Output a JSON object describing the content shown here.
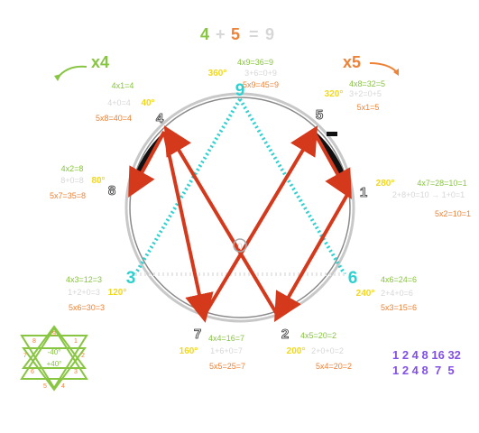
{
  "title": {
    "a": "4",
    "plus": "+",
    "b": "5",
    "eq": "=",
    "result": "9"
  },
  "x4": {
    "label": "x4",
    "color": "#88c540"
  },
  "x5": {
    "label": "x5",
    "color": "#ee8236"
  },
  "nodes": {
    "n9": "9",
    "n3": "3",
    "n6": "6",
    "n4": "4",
    "n5": "5",
    "n8": "8",
    "n1": "1",
    "n7": "7",
    "n2": "2",
    "center": "0"
  },
  "annotations": {
    "top": {
      "a": "4x9=36=9",
      "deg": "360°",
      "b": "3+6=0+9",
      "c": "5x9=45=9"
    },
    "a4": {
      "a": "4x1=4",
      "b": "4+0=4",
      "deg": "40°",
      "c": "5x8=40=4"
    },
    "a5": {
      "a": "4x8=32=5",
      "deg": "320°",
      "b": "3+2=0+5",
      "c": "5x1=5"
    },
    "a8": {
      "a": "4x2=8",
      "b": "8+0=8",
      "deg": "80°",
      "c": "5x7=35=8"
    },
    "a1": {
      "deg": "280°",
      "a": "4x7=28=10=1",
      "b": "2+8+0=10 → 1+0=1",
      "c": "5x2=10=1"
    },
    "a3": {
      "a": "4x3=12=3",
      "b": "1+2+0=3",
      "deg": "120°",
      "c": "5x6=30=3"
    },
    "a6": {
      "a": "4x6=24=6",
      "deg": "240°",
      "b": "2+4+0=6",
      "c": "5x3=15=6"
    },
    "a7": {
      "a": "4x4=16=7",
      "deg": "160°",
      "b": "1+6+0=7",
      "c": "5x5=25=7"
    },
    "a2": {
      "a": "4x5=20=2",
      "deg": "200°",
      "b": "2+0+0=2",
      "c": "5x4=20=2"
    }
  },
  "star": {
    "n9": "9",
    "n8": "8",
    "n1": "1",
    "n7": "7",
    "n2": "2",
    "n6": "6",
    "n3": "3",
    "n5": "5",
    "n4": "4",
    "minus": "-40°",
    "plus": "+40°"
  },
  "sequence": {
    "row1": "1 2 4 8 16 32",
    "row2": "1 2 4 8  7  5"
  },
  "colors": {
    "green": "#88c540",
    "orange": "#ee8236",
    "yellow": "#f2d81c",
    "cyan": "#2fd0d0",
    "red": "#d4391c",
    "purple": "#8250e8",
    "grey": "#d7d7d7"
  }
}
